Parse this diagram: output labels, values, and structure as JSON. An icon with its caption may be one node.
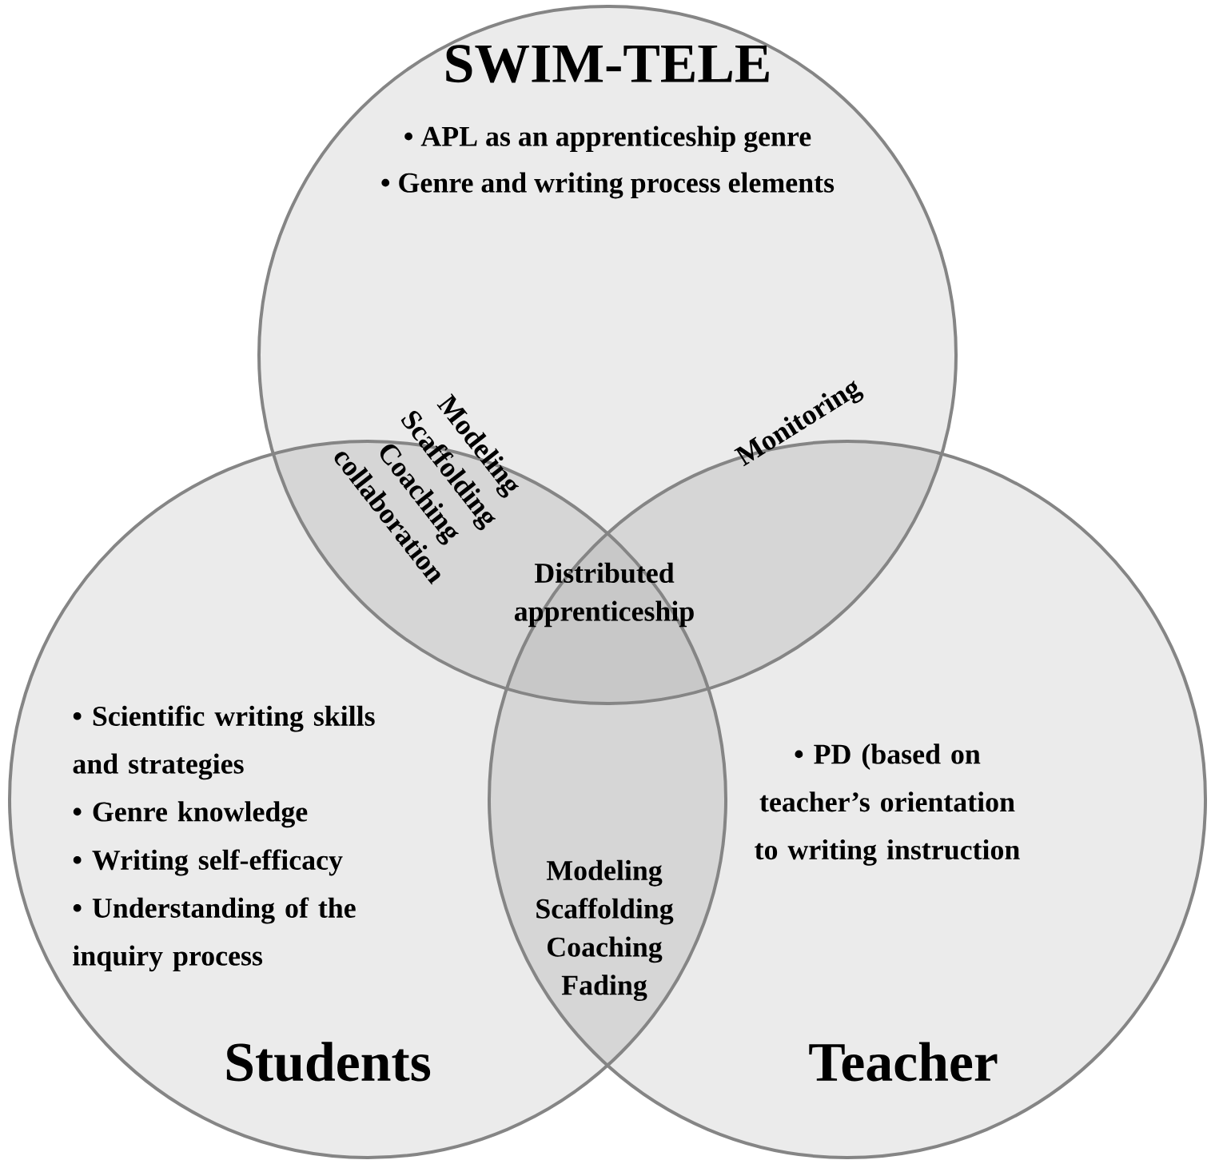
{
  "diagram": {
    "nodes": [
      {
        "text": [
          "SWIM-TELE",
          "• APL as an apprenticeship genre",
          "• Genre and writing process elements"
        ]
      },
      {
        "text": [
          "• Scientific writing skills and strategies",
          "• Genre knowledge",
          "• Writing self-efficacy",
          "• Understanding of the inquiry process",
          "Students"
        ]
      },
      {
        "text": [
          "• PD (based on teacher’s orientation to writing instruction",
          "Teacher"
        ]
      }
    ],
    "labels": [
      "Modeling Scaffolding Coaching collaboration",
      "Monitoring",
      "Distributed apprenticeship",
      "Modeling Scaffolding Coaching Fading"
    ]
  }
}
